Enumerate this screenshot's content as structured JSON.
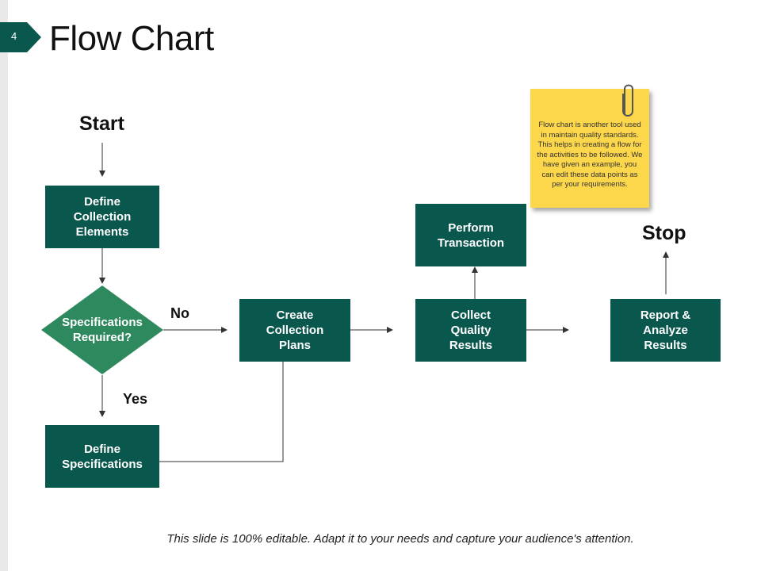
{
  "slide": {
    "number": "4",
    "title": "Flow Chart",
    "footer": "This slide is 100% editable. Adapt it to your needs and capture your audience's attention.",
    "accent_color": "#0a574e",
    "diamond_color": "#2e8a5e",
    "note_color": "#fcd64b"
  },
  "flow": {
    "start_label": "Start",
    "stop_label": "Stop",
    "define_collection": "Define\nCollection\nElements",
    "decision": "Specifications\nRequired?",
    "no_label": "No",
    "yes_label": "Yes",
    "define_specs": "Define\nSpecifications",
    "create_plans": "Create\nCollection\nPlans",
    "collect_results": "Collect\nQuality\nResults",
    "perform_transaction": "Perform\nTransaction",
    "report_results": "Report &\nAnalyze\nResults"
  },
  "note": {
    "text": "Flow chart is another tool used in maintain quality standards.  This helps in creating a flow for the activities to be followed. We have given an example, you can edit these data points as per your requirements."
  }
}
